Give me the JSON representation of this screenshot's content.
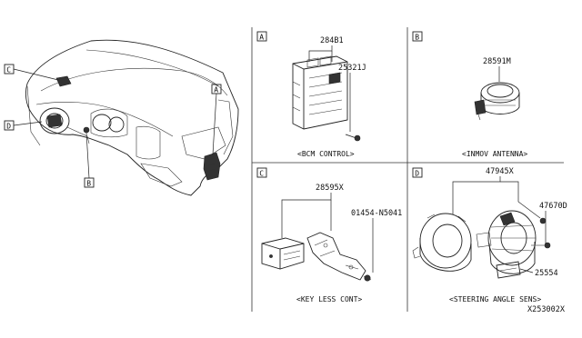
{
  "diagram": {
    "overview_callouts": [
      "A",
      "B",
      "C",
      "D"
    ],
    "panels": [
      {
        "key": "A",
        "parts": [
          "284B1",
          "25321J"
        ],
        "caption": "<BCM CONTROL>"
      },
      {
        "key": "B",
        "parts": [
          "28591M"
        ],
        "caption": "<INMOV ANTENNA>"
      },
      {
        "key": "C",
        "parts": [
          "28595X",
          "01454-N5041"
        ],
        "caption": "<KEY LESS CONT>"
      },
      {
        "key": "D",
        "parts": [
          "47945X",
          "47670D",
          "25554"
        ],
        "caption": "<STEERING ANGLE SENS>"
      }
    ],
    "drawing_number": "X253002X"
  }
}
